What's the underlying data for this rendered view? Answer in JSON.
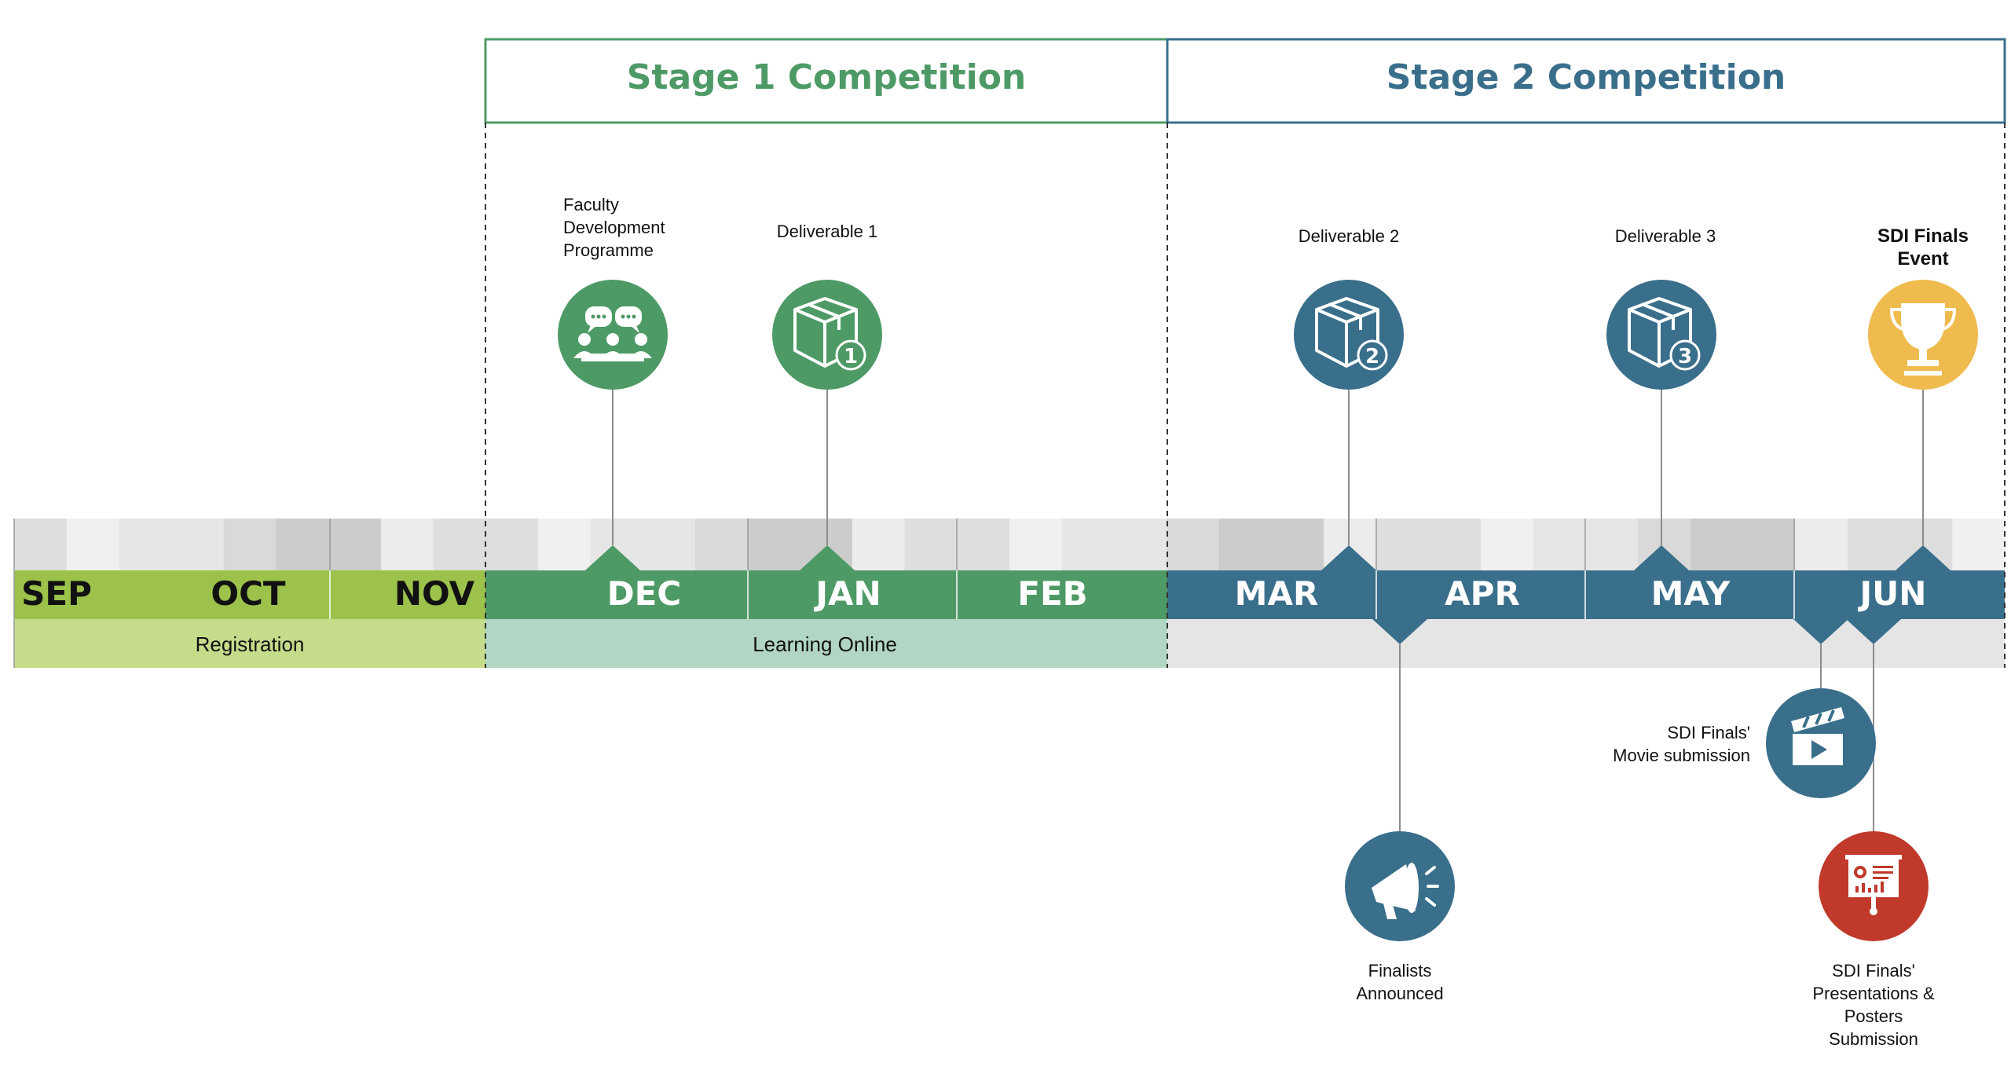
{
  "stages": {
    "stage1": {
      "title": "Stage 1 Competition",
      "color": "#4e9a66"
    },
    "stage2": {
      "title": "Stage 2 Competition",
      "color": "#3a6f8c"
    }
  },
  "months": [
    {
      "label": "SEP",
      "phase": "registration"
    },
    {
      "label": "OCT",
      "phase": "registration"
    },
    {
      "label": "NOV",
      "phase": "registration"
    },
    {
      "label": "DEC",
      "phase": "stage1"
    },
    {
      "label": "JAN",
      "phase": "stage1"
    },
    {
      "label": "FEB",
      "phase": "stage1"
    },
    {
      "label": "MAR",
      "phase": "stage2"
    },
    {
      "label": "APR",
      "phase": "stage2"
    },
    {
      "label": "MAY",
      "phase": "stage2"
    },
    {
      "label": "JUN",
      "phase": "stage2"
    }
  ],
  "bands": {
    "registration": "Registration",
    "learning": "Learning Online"
  },
  "colors": {
    "registration_bar": "#9dc24b",
    "registration_band": "#c5dc8a",
    "stage1_bar": "#4e9a66",
    "learning_band": "#b1d6c4",
    "stage2_bar": "#3a6f8c",
    "stage2_band": "#e5e5e5",
    "trophy": "#f0bb4e",
    "presentation": "#c0392b"
  },
  "milestones": {
    "faculty": {
      "label_lines": [
        "Faculty",
        "Development",
        "Programme"
      ],
      "icon": "people-discussion-icon"
    },
    "deliverable1": {
      "label": "Deliverable 1",
      "icon": "package-icon",
      "number": "1"
    },
    "deliverable2": {
      "label": "Deliverable 2",
      "icon": "package-icon",
      "number": "2"
    },
    "deliverable3": {
      "label": "Deliverable 3",
      "icon": "package-icon",
      "number": "3"
    },
    "finals_event": {
      "label_lines": [
        "SDI Finals",
        "Event"
      ],
      "icon": "trophy-icon"
    },
    "finalists": {
      "label_lines": [
        "Finalists",
        "Announced"
      ],
      "icon": "megaphone-icon"
    },
    "movie": {
      "label_lines": [
        "SDI Finals'",
        "Movie submission"
      ],
      "icon": "clapperboard-icon"
    },
    "presentations": {
      "label_lines": [
        "SDI Finals'",
        "Presentations &",
        "Posters",
        "Submission"
      ],
      "icon": "presentation-board-icon"
    }
  }
}
